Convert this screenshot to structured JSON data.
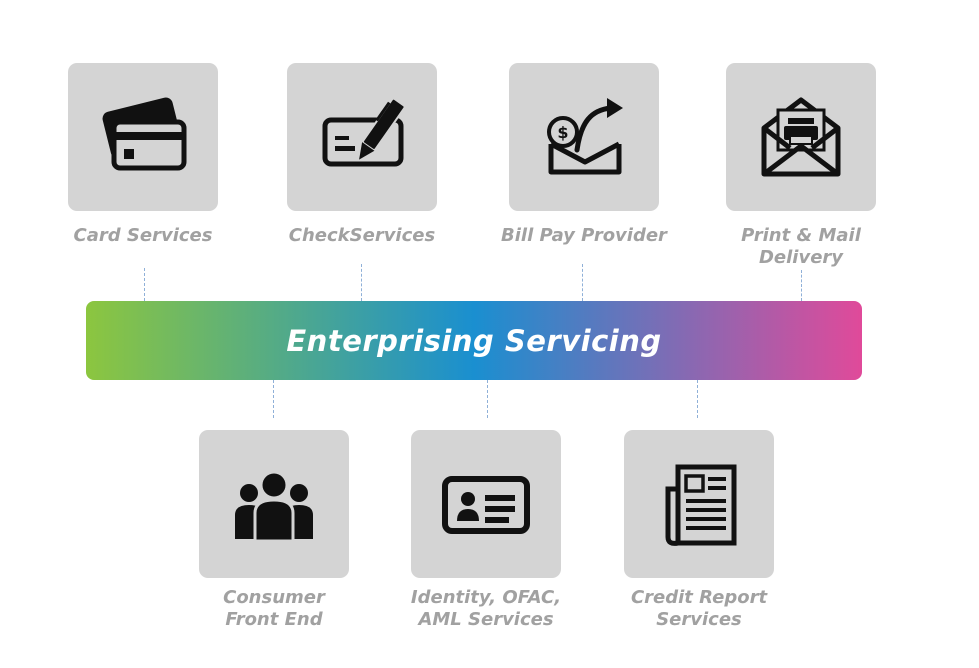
{
  "band": {
    "title": "Enterprising Servicing",
    "gradient": [
      "#8cc63f",
      "#1a8fd0",
      "#e04a9a"
    ]
  },
  "colors": {
    "tile": "#d4d4d4",
    "icon": "#111111",
    "label": "#a1a1a1",
    "connector": "#8fb0d8"
  },
  "top_services": [
    {
      "label": "Card Services",
      "icon": "credit-card-icon"
    },
    {
      "label": "CheckServices",
      "icon": "check-pen-icon"
    },
    {
      "label": "Bill Pay Provider",
      "icon": "bill-pay-icon"
    },
    {
      "label": "Print & Mail\nDelivery",
      "icon": "mail-print-icon"
    }
  ],
  "bottom_services": [
    {
      "label": "Consumer\nFront End",
      "icon": "users-group-icon"
    },
    {
      "label": "Identity, OFAC,\nAML Services",
      "icon": "id-card-icon"
    },
    {
      "label": "Credit Report\nServices",
      "icon": "newspaper-report-icon"
    }
  ]
}
